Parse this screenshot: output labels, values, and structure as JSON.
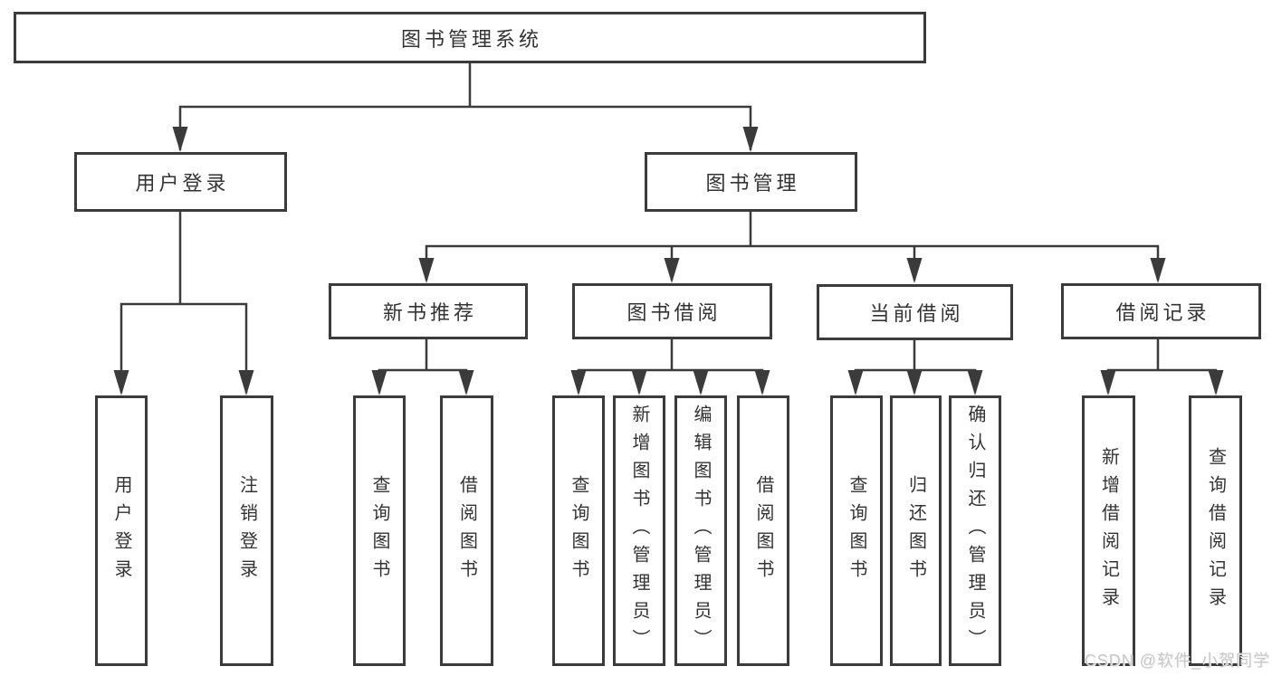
{
  "diagram": {
    "root": {
      "label": "图书管理系统"
    },
    "level2": {
      "user_login": {
        "label": "用户登录"
      },
      "book_management": {
        "label": "图书管理"
      }
    },
    "level3": {
      "new_book_recommend": {
        "label": "新书推荐"
      },
      "book_borrow": {
        "label": "图书借阅"
      },
      "current_borrow": {
        "label": "当前借阅"
      },
      "borrow_records": {
        "label": "借阅记录"
      }
    },
    "leaves": {
      "user_login": [
        "用户登录",
        "注销登录"
      ],
      "new_book_recommend": [
        "查询图书",
        "借阅图书"
      ],
      "book_borrow": [
        "查询图书",
        "新增图书（管理员）",
        "编辑图书（管理员）",
        "借阅图书"
      ],
      "current_borrow": [
        "查询图书",
        "归还图书",
        "确认归还（管理员）"
      ],
      "borrow_records": [
        "新增借阅记录",
        "查询借阅记录"
      ]
    }
  },
  "watermark": "CSDN @软件_小贺同学",
  "colors": {
    "line": "#3b3b3b",
    "text": "#333333",
    "watermark": "#c8c8c8",
    "background": "#ffffff"
  }
}
